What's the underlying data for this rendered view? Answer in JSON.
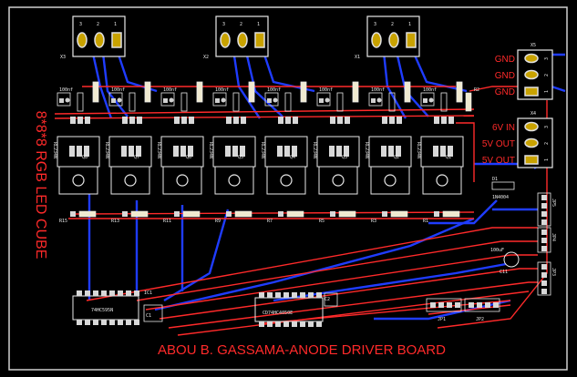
{
  "board": {
    "title": "ABOU B. GASSAMA-ANODE DRIVER BOARD",
    "side_label": "8*8*8 RGB LED CUBE"
  },
  "connectors": {
    "x3": {
      "name": "X3",
      "pins": [
        "3",
        "2",
        "1"
      ]
    },
    "x2": {
      "name": "X2",
      "pins": [
        "3",
        "2",
        "1"
      ]
    },
    "x1": {
      "name": "X1",
      "pins": [
        "3",
        "2",
        "1"
      ]
    },
    "x5": {
      "name": "X5",
      "pins": [
        "3",
        "2",
        "1"
      ],
      "labels": [
        "GND",
        "GND",
        "GND"
      ]
    },
    "x4": {
      "name": "X4",
      "pins": [
        "3",
        "2",
        "1"
      ],
      "labels": [
        "6V IN",
        "5V OUT",
        "5V OUT"
      ]
    }
  },
  "transistors": [
    {
      "ref": "Q8",
      "part": "RL234N"
    },
    {
      "ref": "Q7",
      "part": "RL234N"
    },
    {
      "ref": "Q6",
      "part": "RL234N"
    },
    {
      "ref": "Q5",
      "part": "RL234N"
    },
    {
      "ref": "Q4",
      "part": "RL234N"
    },
    {
      "ref": "Q3",
      "part": "RL234N"
    },
    {
      "ref": "Q2",
      "part": "RL234N"
    },
    {
      "ref": "Q1",
      "part": "RL234N"
    }
  ],
  "bottom_resistors": [
    "R15",
    "R13",
    "R11",
    "R9",
    "R7",
    "R5",
    "R3",
    "R1"
  ],
  "caps_top": [
    "100nf",
    "100nf",
    "100nf",
    "100nf",
    "100nf",
    "100nf",
    "100nf",
    "100nf"
  ],
  "ics": {
    "ic1": {
      "ref": "IC1",
      "part": "74HC595N"
    },
    "ic2": {
      "ref": "",
      "part": "CD74HC4050E"
    }
  },
  "misc": {
    "d1": "D1",
    "diode": "1N4004",
    "r2": "R2",
    "c1": "C1",
    "c2": "C2",
    "c11": "C11",
    "c11_val": "100uF",
    "jp1": "JP1",
    "jp2": "JP2",
    "jp3": "JP3",
    "jp4": "JP4",
    "jp5": "JP5"
  },
  "colors": {
    "red": "#ff2a2a",
    "blue": "#1f3cff",
    "pad": "#e0e0e0",
    "copper": "#c8a200"
  }
}
